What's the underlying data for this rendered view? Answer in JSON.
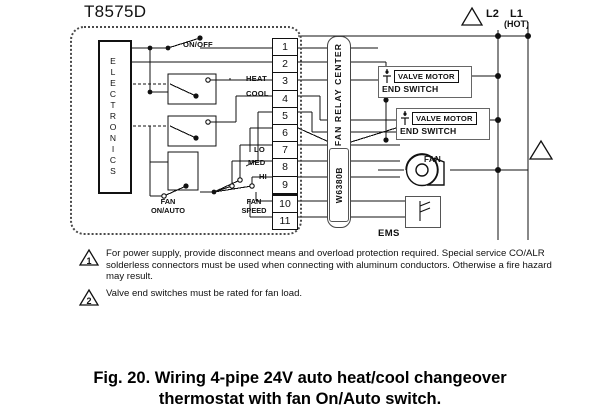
{
  "model_title": "T8575D",
  "electronics_label": "ELECTRONICS",
  "terminals": [
    "1",
    "2",
    "3",
    "4",
    "5",
    "6",
    "7",
    "8",
    "9",
    "10",
    "11"
  ],
  "relay_center": {
    "title": "FAN RELAY CENTER",
    "part_number": "W6380B"
  },
  "valve_blocks": [
    {
      "motor_label": "VALVE MOTOR",
      "switch_label": "END SWITCH"
    },
    {
      "motor_label": "VALVE MOTOR",
      "switch_label": "END SWITCH"
    }
  ],
  "fan_label": "FAN",
  "ems_label": "EMS",
  "power": {
    "l2": "L2",
    "l1": "L1",
    "hot": "(HOT)"
  },
  "wire_labels": {
    "on_off": "ON/OFF",
    "heat": "HEAT",
    "cool": "COOL",
    "lo": "LO",
    "med": "MED",
    "hi": "HI",
    "fan_on_auto_line1": "FAN",
    "fan_on_auto_line2": "ON/AUTO",
    "fan_speed_line1": "FAN",
    "fan_speed_line2": "SPEED"
  },
  "markers": {
    "one": "1",
    "two": "2"
  },
  "notes": [
    {
      "marker": "1",
      "text": "For power supply, provide disconnect means and overload protection required. Special service CO/ALR solderless connectors must be used when connecting with aluminum conductors. Otherwise a fire hazard may result."
    },
    {
      "marker": "2",
      "text": "Valve end switches must be rated for fan load."
    }
  ],
  "caption_line1": "Fig. 20. Wiring 4-pipe 24V auto heat/cool changeover",
  "caption_line2": "thermostat with fan On/Auto switch.",
  "colors": {
    "line": "#111111",
    "enclosure": "#4a4a4a",
    "background": "#ffffff"
  }
}
